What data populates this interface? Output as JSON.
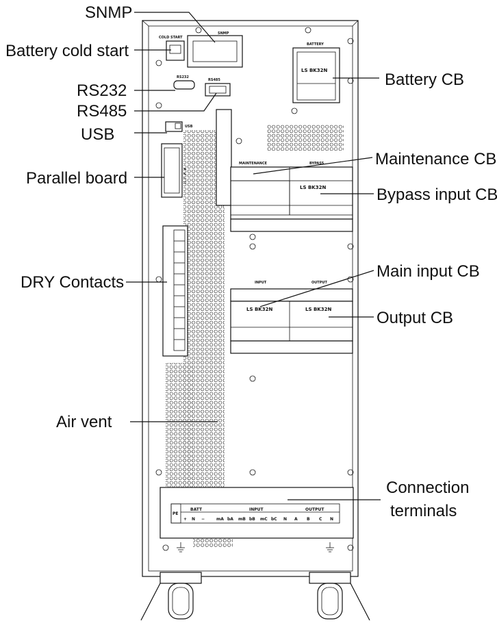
{
  "callouts": {
    "snmp": "SNMP",
    "battery_cold_start": "Battery cold start",
    "rs232": "RS232",
    "rs485": "RS485",
    "usb": "USB",
    "parallel_board": "Parallel board",
    "dry_contacts": "DRY Contacts",
    "air_vent": "Air vent",
    "battery_cb": "Battery CB",
    "maintenance_cb": "Maintenance CB",
    "bypass_input_cb": "Bypass input CB",
    "main_input_cb": "Main input CB",
    "output_cb": "Output CB",
    "connection_terminals_line1": "Connection",
    "connection_terminals_line2": "terminals"
  },
  "panel_labels": {
    "cold_start": "COLD START",
    "snmp": "SNMP",
    "battery": "BATTERY",
    "rs232": "RS232",
    "rs485": "RS485",
    "usb": "USB",
    "parallel": "PARALLEL",
    "maintenance": "MAINTENANCE",
    "bypass": "BYPASS",
    "input": "INPUT",
    "output": "OUTPUT",
    "breaker_model_battery": "LS BK32N",
    "breaker_model_bypass": "LS BK32N",
    "breaker_model_input": "LS BK32N",
    "breaker_model_output": "LS BK32N"
  },
  "terminal_block": {
    "pe": "PE",
    "batt_header": "BATT",
    "input_header": "INPUT",
    "output_header": "OUTPUT",
    "batt_terms": [
      "+",
      "N",
      "−"
    ],
    "input_terms": [
      "mA",
      "bA",
      "mB",
      "bB",
      "mC",
      "bC",
      "N"
    ],
    "output_terms": [
      "A",
      "B",
      "C",
      "N"
    ]
  },
  "colors": {
    "line": "#111111",
    "background": "#ffffff"
  }
}
